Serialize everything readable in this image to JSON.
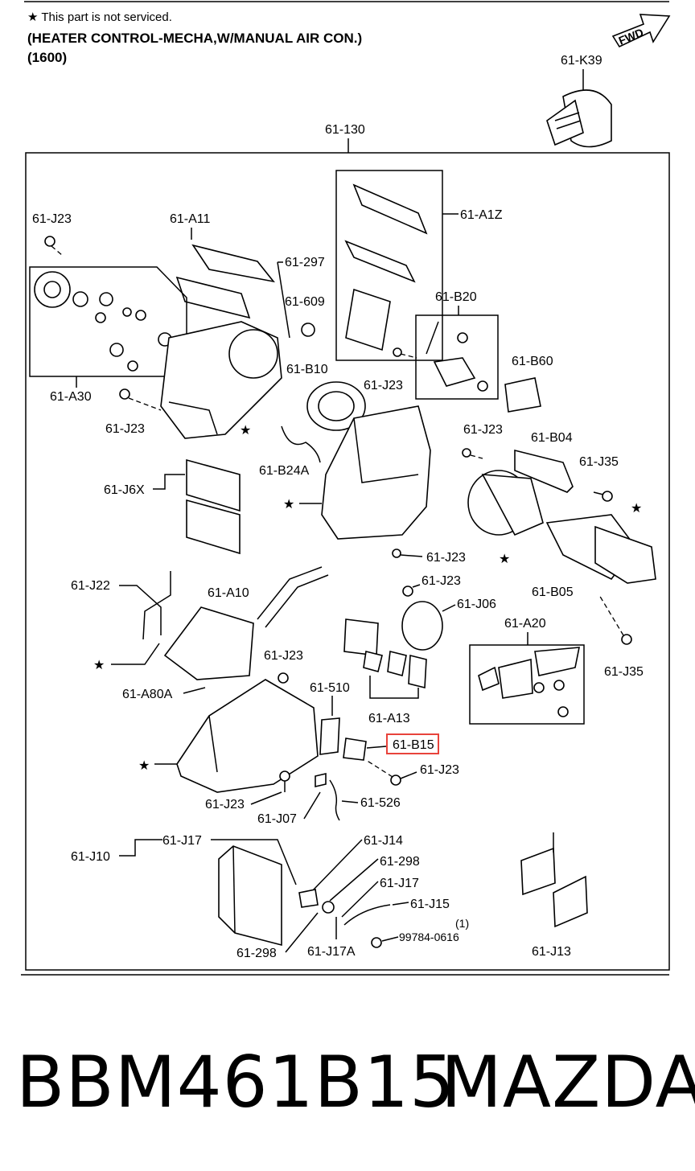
{
  "header": {
    "note": "★ This part is not serviced.",
    "title": "(HEATER CONTROL-MECHA,W/MANUAL AIR CON.)",
    "subtitle": "(1600)",
    "fwd": "FWD"
  },
  "labels": {
    "k39": "61-K39",
    "p130": "61-130",
    "j23_a": "61-J23",
    "a11": "61-A11",
    "a12": "61-A1Z",
    "p297": "61-297",
    "p609": "61-609",
    "b20": "61-B20",
    "b10": "61-B10",
    "j23_b": "61-J23",
    "b60": "61-B60",
    "a30": "61-A30",
    "j23_c": "61-J23",
    "b24a": "61-B24A",
    "j23_d": "61-J23",
    "b04": "61-B04",
    "j35_a": "61-J35",
    "j6x": "61-J6X",
    "j23_e": "61-J23",
    "j23_f": "61-J23",
    "b05": "61-B05",
    "j22": "61-J22",
    "a10": "61-A10",
    "j06": "61-J06",
    "a20": "61-A20",
    "j23_g": "61-J23",
    "j35_b": "61-J35",
    "a80a": "61-A80A",
    "p510": "61-510",
    "a13": "61-A13",
    "b15": "61-B15",
    "j23_h": "61-J23",
    "j23_i": "61-J23",
    "p526": "61-526",
    "j07": "61-J07",
    "j14": "61-J14",
    "j17_a": "61-J17",
    "j10": "61-J10",
    "p298_a": "61-298",
    "j17_b": "61-J17",
    "j15": "61-J15",
    "qty": "(1)",
    "p99784": "99784-0616",
    "p298_b": "61-298",
    "j17a": "61-J17A",
    "j13": "61-J13"
  },
  "footer": {
    "part_number": "BBM461B15",
    "brand": "MAZDA"
  },
  "colors": {
    "highlight": "#e8433b",
    "ink": "#000000"
  }
}
